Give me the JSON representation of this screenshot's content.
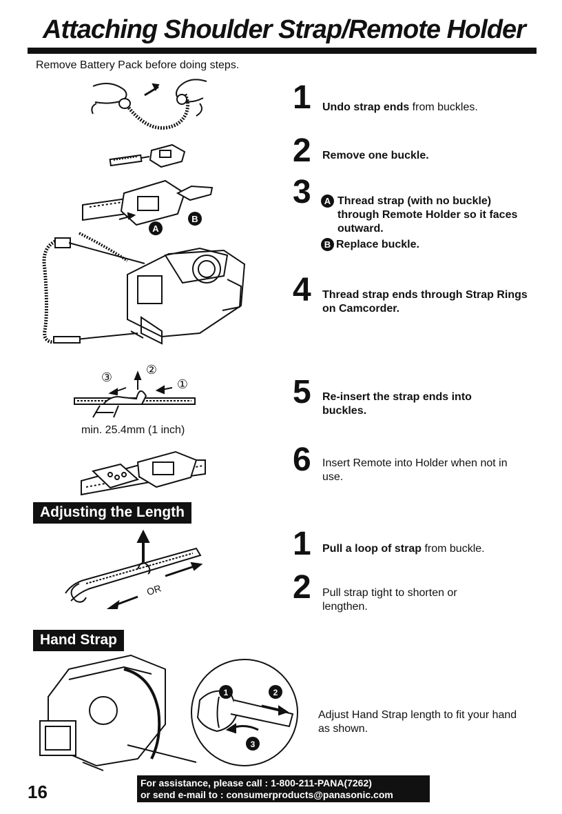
{
  "title": "Attaching Shoulder Strap/Remote Holder",
  "intro": "Remove Battery Pack before doing steps.",
  "steps": [
    {
      "num": "1",
      "bold": "Undo strap ends",
      "text": " from buckles."
    },
    {
      "num": "2",
      "bold": "Remove one buckle.",
      "text": ""
    },
    {
      "num": "3",
      "a_marker": "A",
      "a_text": "Thread strap (with no buckle) through Remote Holder so it faces outward.",
      "b_marker": "B",
      "b_text": "Replace buckle."
    },
    {
      "num": "4",
      "bold": "Thread strap ends through Strap Rings on Camcorder.",
      "text": ""
    },
    {
      "num": "5",
      "bold": "Re-insert the strap ends into buckles.",
      "text": ""
    },
    {
      "num": "6",
      "bold": "",
      "text": "Insert Remote into Holder when not in use."
    }
  ],
  "figure": {
    "label_a": "A",
    "label_b": "B",
    "buckle_steps": [
      "③",
      "②",
      "①"
    ],
    "min_caption": "min. 25.4mm (1 inch)",
    "or_label": "OR",
    "hand_steps": [
      "1",
      "2",
      "3"
    ]
  },
  "adjusting": {
    "heading": "Adjusting the Length",
    "steps": [
      {
        "num": "1",
        "bold": "Pull a loop of strap",
        "text": " from buckle."
      },
      {
        "num": "2",
        "bold": "",
        "text": "Pull strap tight to shorten or lengthen."
      }
    ]
  },
  "hand_strap": {
    "heading": "Hand Strap",
    "text": "Adjust Hand Strap length to fit your hand as shown."
  },
  "footer": {
    "page_number": "16",
    "line1": "For assistance, please call : 1-800-211-PANA(7262)",
    "line2": "or send e-mail to : consumerproducts@panasonic.com"
  }
}
